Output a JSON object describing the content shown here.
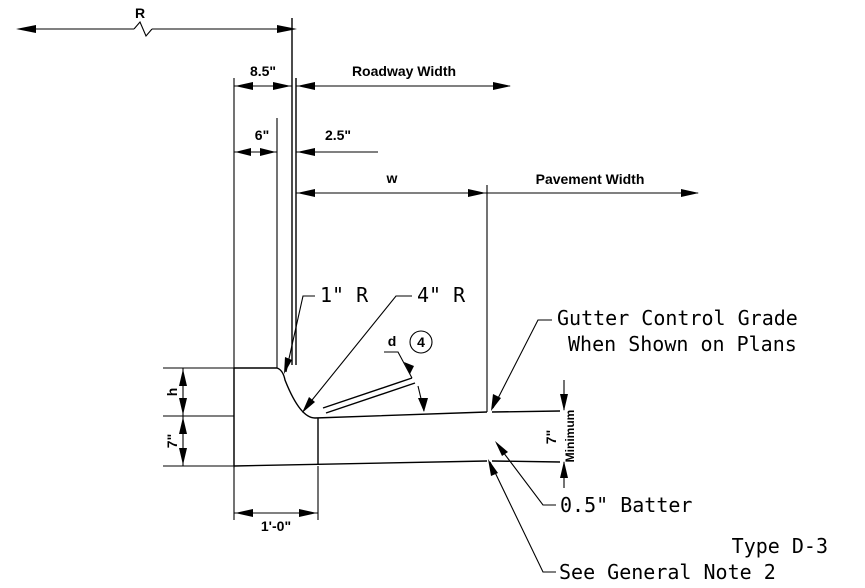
{
  "dims": {
    "r": "R",
    "curb_top": "8.5\"",
    "roadway_width": "Roadway Width",
    "six_in": "6\"",
    "two_five": "2.5\"",
    "w": "w",
    "pavement_width": "Pavement Width",
    "h": "h",
    "seven_left": "7\"",
    "one_ft": "1'-0\"",
    "d": "d",
    "seven_right": "7\"",
    "minimum": "Minimum"
  },
  "callouts": {
    "one_r": "1\" R",
    "four_r": "4\" R",
    "note_num": "4",
    "gutter_line1": "Gutter Control Grade",
    "gutter_line2": "When Shown on Plans",
    "batter": "0.5\" Batter",
    "type": "Type D-3",
    "general_note": "See General Note 2"
  }
}
